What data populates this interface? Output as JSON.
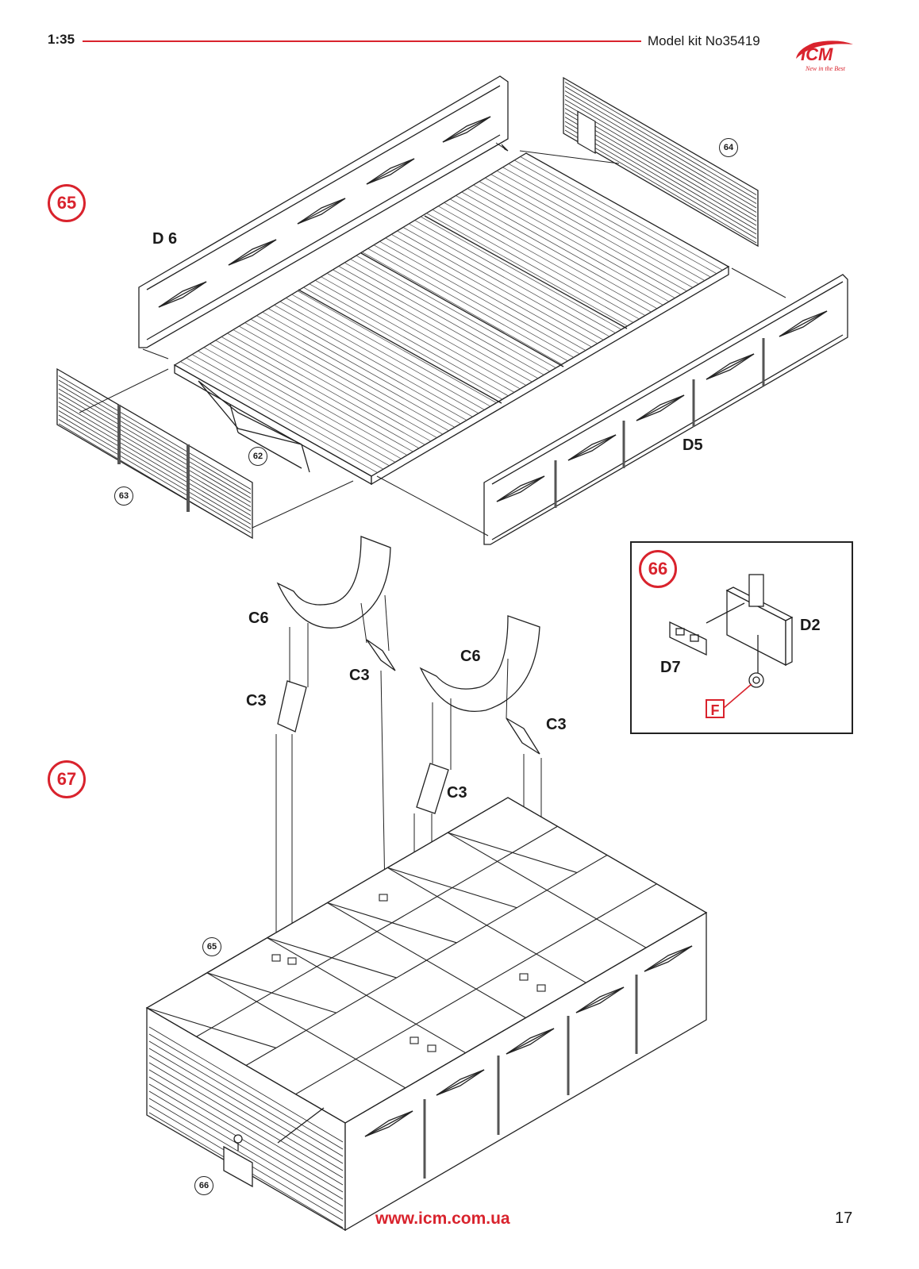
{
  "header": {
    "scale": "1:35",
    "kit": "Model kit No35419",
    "logo_text": "ICM",
    "logo_tagline": "New in the Best",
    "accent_color": "#d9232d"
  },
  "steps": {
    "s65": "65",
    "s66": "66",
    "s67": "67"
  },
  "refs": {
    "r62": "62",
    "r63": "63",
    "r64": "64",
    "r65": "65",
    "r66": "66"
  },
  "parts": {
    "d6": "D 6",
    "d5": "D5",
    "d2": "D2",
    "d7": "D7",
    "c6a": "C6",
    "c6b": "C6",
    "c3a": "C3",
    "c3b": "C3",
    "c3c": "C3",
    "c3d": "C3",
    "f": "F"
  },
  "footer": {
    "url": "www.icm.com.ua",
    "page": "17"
  }
}
